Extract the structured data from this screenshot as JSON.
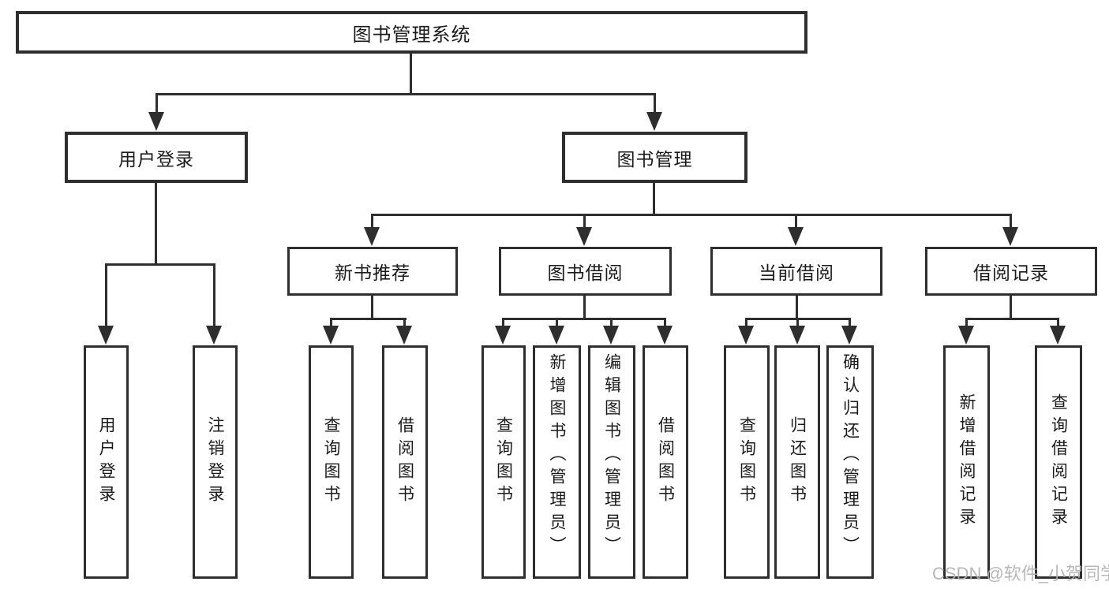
{
  "diagram": {
    "type": "hierarchy-tree",
    "title": "图书管理系统",
    "colors": {
      "line": "#2e2e2e",
      "text": "#1b1b1b",
      "background": "#ffffff",
      "watermark": "#b0b0b0"
    },
    "hierarchy": {
      "root": "图书管理系统",
      "children": [
        {
          "label": "用户登录",
          "children": [
            "用户登录",
            "注销登录"
          ]
        },
        {
          "label": "图书管理",
          "children": [
            {
              "label": "新书推荐",
              "children": [
                "查询图书",
                "借阅图书"
              ]
            },
            {
              "label": "图书借阅",
              "children": [
                "查询图书",
                "新增图书（管理员）",
                "编辑图书（管理员）",
                "借阅图书"
              ]
            },
            {
              "label": "当前借阅",
              "children": [
                "查询图书",
                "归还图书",
                "确认归还（管理员）"
              ]
            },
            {
              "label": "借阅记录",
              "children": [
                "新增借阅记录",
                "查询借阅记录"
              ]
            }
          ]
        }
      ]
    }
  },
  "nodes": {
    "root": "图书管理系统",
    "user_login": "用户登录",
    "book_management": "图书管理",
    "new_book_recommend": "新书推荐",
    "book_borrow": "图书借阅",
    "current_borrow": "当前借阅",
    "borrow_records": "借阅记录",
    "leaf_user_login": "用户登录",
    "leaf_logout": "注销登录",
    "leaf_nbr_query_books": "查询图书",
    "leaf_nbr_borrow_books": "借阅图书",
    "leaf_bb_query_books": "查询图书",
    "leaf_bb_add_books": "新增图书（管理员）",
    "leaf_bb_edit_books": "编辑图书（管理员）",
    "leaf_bb_borrow_books": "借阅图书",
    "leaf_cb_query_books": "查询图书",
    "leaf_cb_return_books": "归还图书",
    "leaf_cb_confirm_return": "确认归还（管理员）",
    "leaf_br_add_record": "新增借阅记录",
    "leaf_br_query_record": "查询借阅记录"
  },
  "watermark": {
    "text": "CSDN @软件_小贺同学"
  }
}
